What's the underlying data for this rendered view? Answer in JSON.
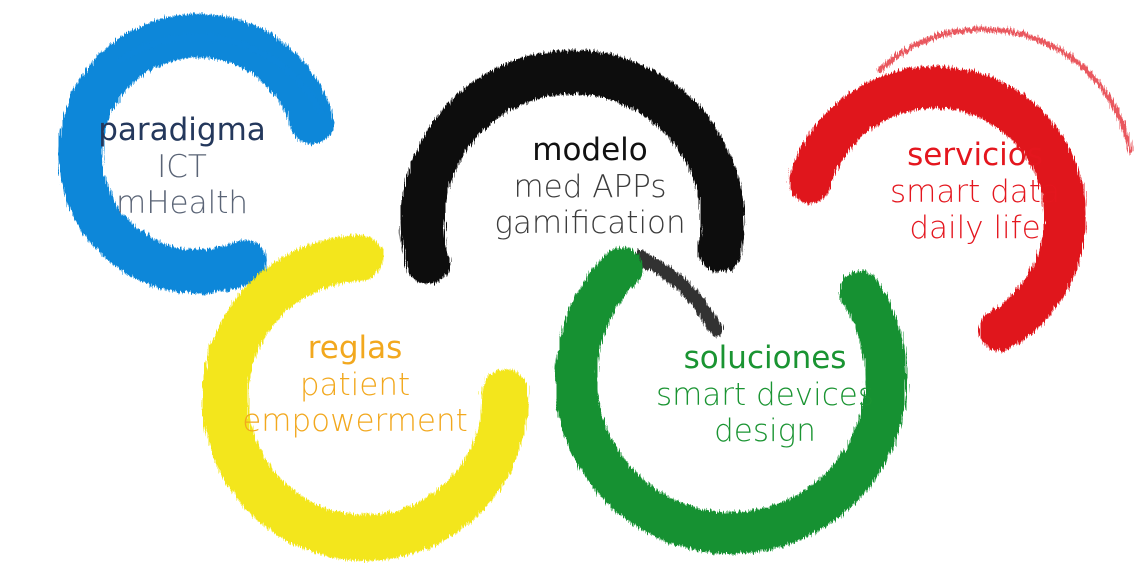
{
  "colors": {
    "blue": "#1187d9",
    "black": "#101010",
    "red": "#e0141b",
    "yellow": "#f3e61a",
    "green": "#129133",
    "text_blue": "#24385c",
    "text_gray": "#5a6476",
    "text_black": "#111111",
    "text_dark": "#3c3c3c",
    "text_red": "#e4161e",
    "text_orange": "#f2a81e",
    "text_green": "#1a9432"
  },
  "rings": {
    "blue": {
      "title": "paradigma",
      "lines": [
        "ICT",
        "mHealth"
      ]
    },
    "black": {
      "title": "modelo",
      "lines": [
        "med APPs",
        "gamification"
      ]
    },
    "red": {
      "title": "servicios",
      "lines": [
        "smart data",
        "daily life"
      ]
    },
    "yellow": {
      "title": "reglas",
      "lines": [
        "patient",
        "empowerment"
      ]
    },
    "green": {
      "title": "soluciones",
      "lines": [
        "smart devices",
        "design"
      ]
    }
  }
}
